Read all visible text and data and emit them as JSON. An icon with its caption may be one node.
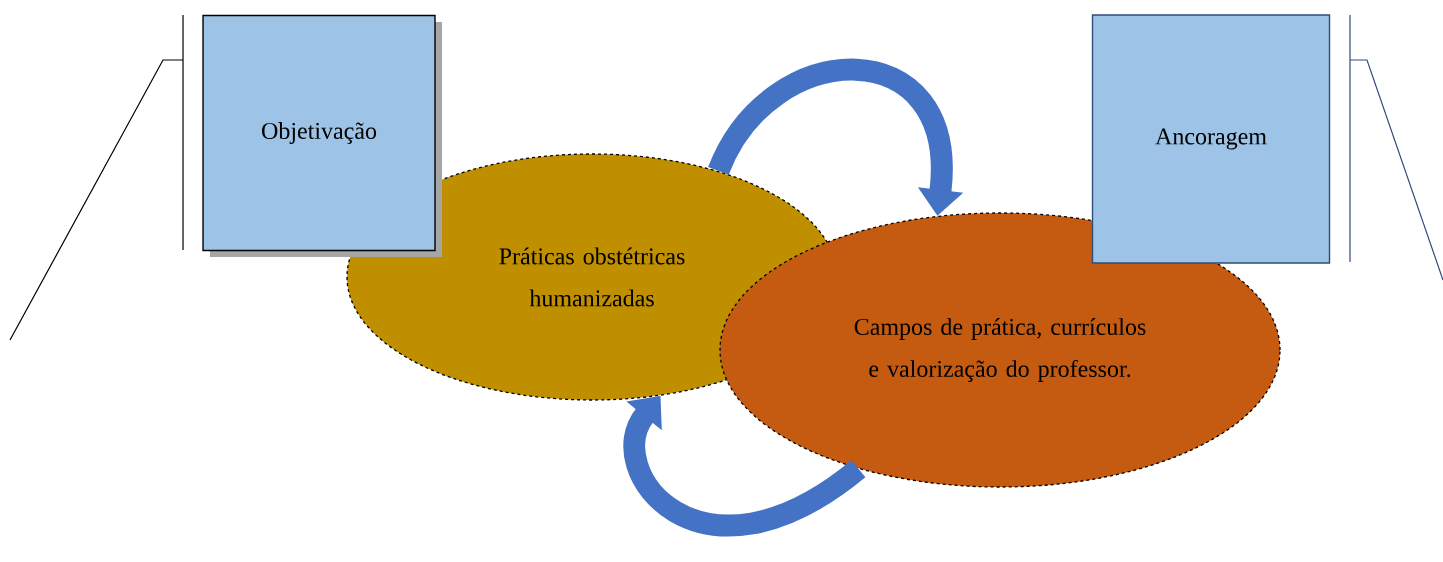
{
  "diagram": {
    "nodes": [
      {
        "text": [
          "Objetivação"
        ]
      },
      {
        "text": [
          "Ancoragem"
        ]
      },
      {
        "text": [
          "Práticas obstétricas humanizadas"
        ]
      },
      {
        "text": [
          "Campos de prática, currículos e valorização do professor."
        ]
      }
    ],
    "edges": [
      {
        "from": 2,
        "to": 3,
        "arrow": "to"
      },
      {
        "from": 3,
        "to": 2,
        "arrow": "to"
      }
    ]
  }
}
